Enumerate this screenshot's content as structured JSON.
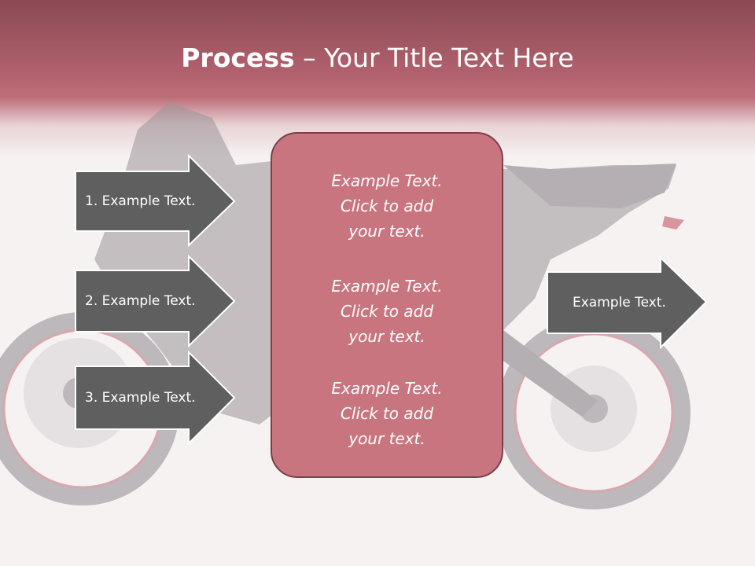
{
  "title": {
    "bold_part": "Process",
    "rest_part": " – Your Title Text Here"
  },
  "left_arrows": [
    {
      "label": "1. Example Text."
    },
    {
      "label": "2. Example Text."
    },
    {
      "label": "3. Example Text."
    }
  ],
  "right_arrow": {
    "label": "Example Text."
  },
  "center_box": {
    "blocks": [
      {
        "line1": "Example Text.",
        "line2": "Click  to add",
        "line3": "your text."
      },
      {
        "line1": "Example Text.",
        "line2": "Click  to add",
        "line3": "your text."
      },
      {
        "line1": "Example Text.",
        "line2": "Click  to add",
        "line3": "your text."
      }
    ]
  },
  "colors": {
    "header": "#b0606c",
    "arrow_fill": "#5f5f5f",
    "box_fill": "#c8757f",
    "box_border": "#7a4049"
  },
  "background_image": "motorcycle"
}
